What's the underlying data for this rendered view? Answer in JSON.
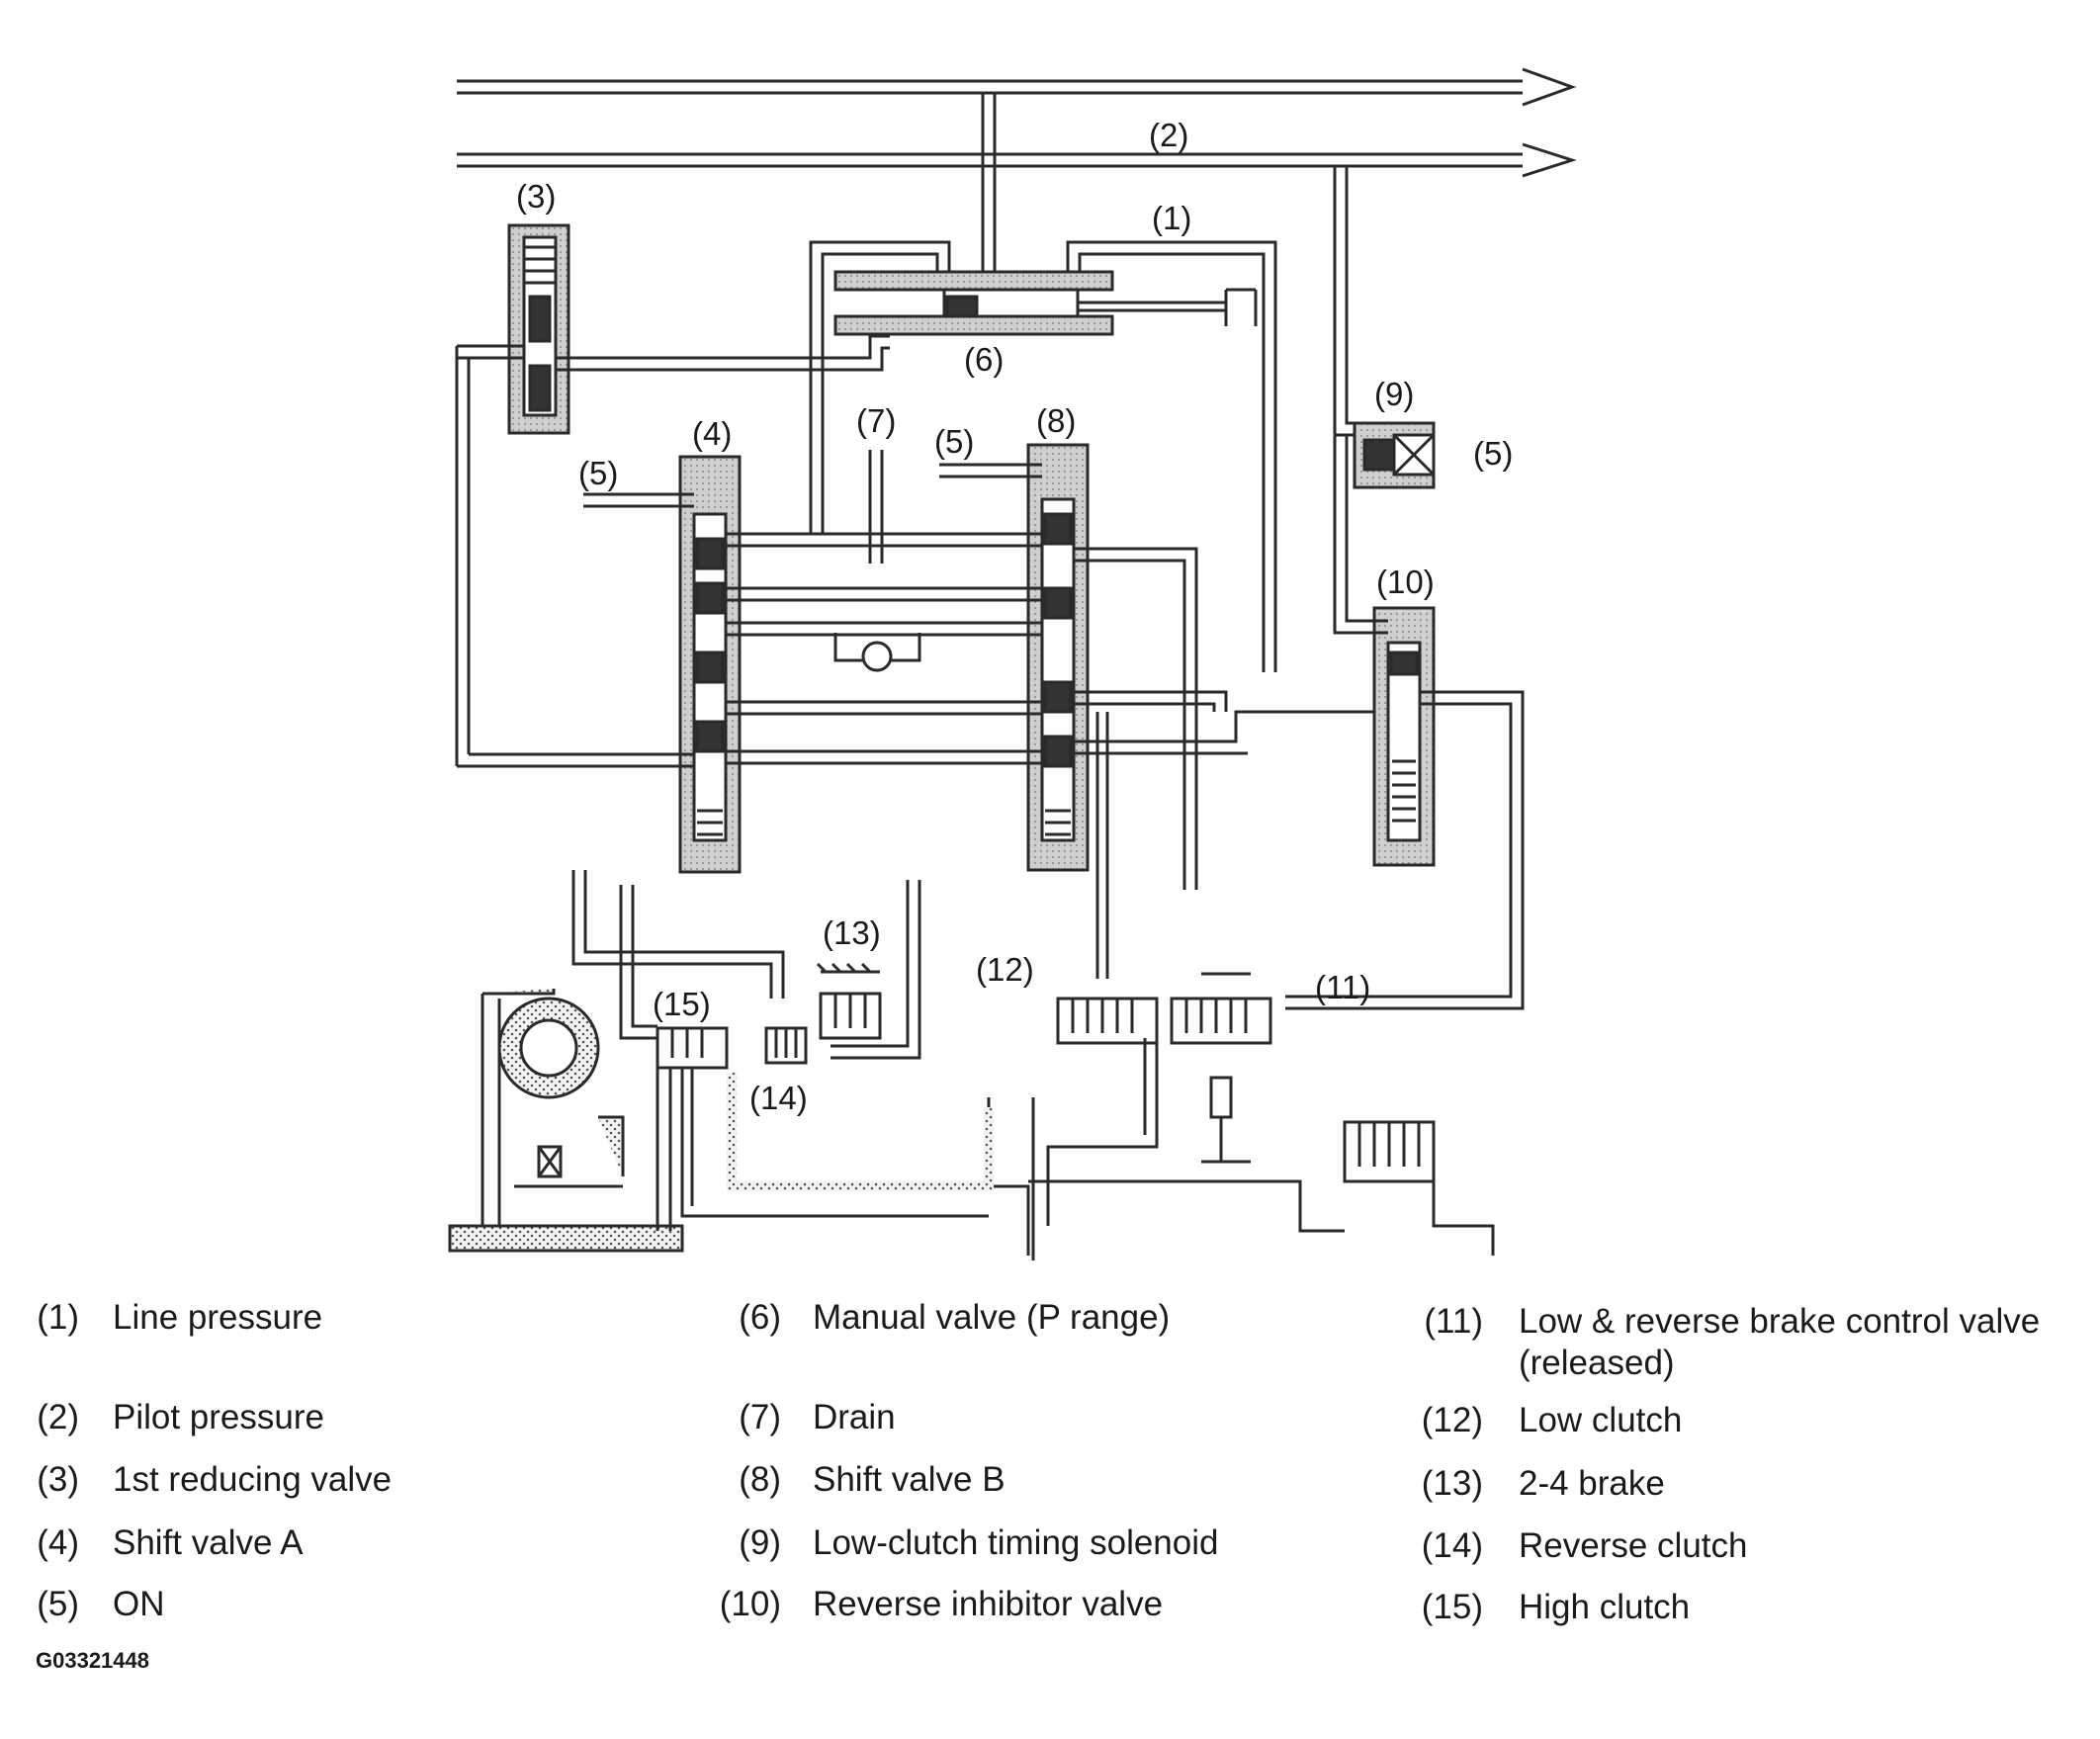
{
  "callouts": {
    "c1": "(1)",
    "c2": "(2)",
    "c3": "(3)",
    "c4": "(4)",
    "c5a": "(5)",
    "c5b": "(5)",
    "c5c": "(5)",
    "c6": "(6)",
    "c7": "(7)",
    "c8": "(8)",
    "c9": "(9)",
    "c10": "(10)",
    "c11": "(11)",
    "c12": "(12)",
    "c13": "(13)",
    "c14": "(14)",
    "c15": "(15)"
  },
  "legend": [
    {
      "num": "(1)",
      "text": "Line pressure"
    },
    {
      "num": "(2)",
      "text": "Pilot pressure"
    },
    {
      "num": "(3)",
      "text": "1st reducing valve"
    },
    {
      "num": "(4)",
      "text": "Shift valve A"
    },
    {
      "num": "(5)",
      "text": "ON"
    },
    {
      "num": "(6)",
      "text": "Manual valve (P range)"
    },
    {
      "num": "(7)",
      "text": "Drain"
    },
    {
      "num": "(8)",
      "text": "Shift valve B"
    },
    {
      "num": "(9)",
      "text": "Low-clutch timing solenoid"
    },
    {
      "num": "(10)",
      "text": "Reverse inhibitor valve"
    },
    {
      "num": "(11)",
      "text": "Low & reverse brake control valve",
      "text2": "(released)"
    },
    {
      "num": "(12)",
      "text": "Low clutch"
    },
    {
      "num": "(13)",
      "text": "2-4 brake"
    },
    {
      "num": "(14)",
      "text": "Reverse clutch"
    },
    {
      "num": "(15)",
      "text": "High clutch"
    }
  ],
  "figure_code": "G03321448",
  "colors": {
    "line": "#2a2a2a",
    "shade": "#c9c9c9",
    "dot": "#555555"
  }
}
